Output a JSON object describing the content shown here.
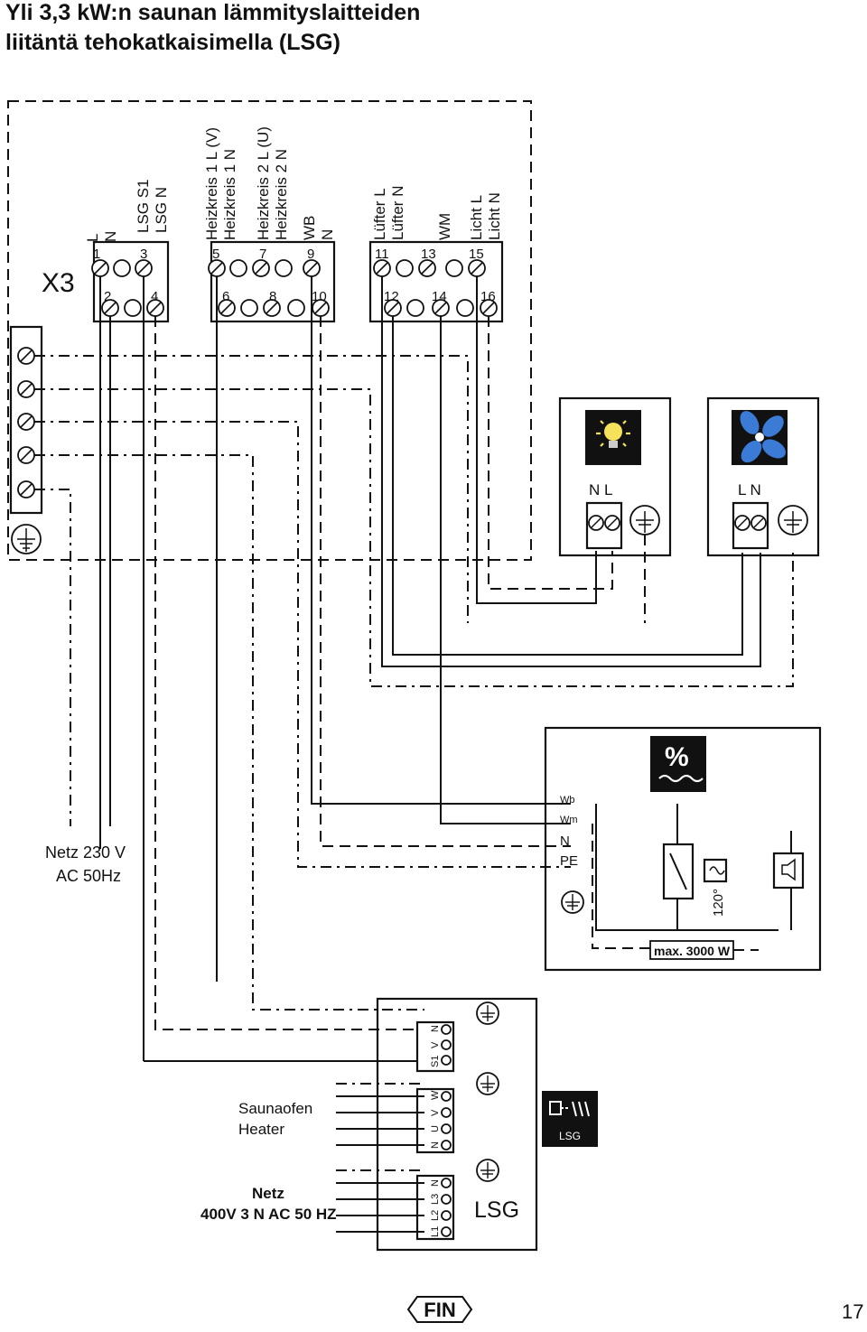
{
  "title": {
    "line1": "Yli 3,3 kW:n saunan lämmityslaitteiden",
    "line2": "liitäntä tehokatkaisimella (LSG)"
  },
  "x3": {
    "label": "X3",
    "groups": [
      {
        "names": [
          "L",
          "N"
        ],
        "top": [
          "1",
          "3"
        ],
        "bottom": [
          "2",
          "4"
        ]
      },
      {
        "names": [
          "LSG S1",
          "LSG N"
        ]
      },
      {
        "names": [
          "Heizkreis 1  L (V)",
          "Heizkreis 1  N",
          "Heizkreis 2  L (U)",
          "Heizkreis 2  N",
          "WB",
          "N"
        ],
        "top": [
          "5",
          "7",
          "9"
        ],
        "bottom": [
          "6",
          "8",
          "10"
        ]
      },
      {
        "names": [
          "Lüfter L",
          "Lüfter N",
          "WM",
          "Licht L",
          "Licht N"
        ],
        "top": [
          "11",
          "13",
          "15"
        ],
        "bottom": [
          "12",
          "14",
          "16"
        ]
      }
    ]
  },
  "light_box": {
    "icon": "lamp-icon",
    "terminals": "N L"
  },
  "fan_box": {
    "icon": "fan-icon",
    "terminals": "L N"
  },
  "mains_230": {
    "line1": "Netz 230 V",
    "line2": "AC 50Hz"
  },
  "humidity_box": {
    "icon": "humidity-icon",
    "labels": [
      "Wb",
      "Wm",
      "N",
      "PE"
    ],
    "temp_label": "120°",
    "max_label": "max. 3000 W"
  },
  "lsg": {
    "label": "LSG",
    "icon_label": "LSG",
    "control_terminals": [
      "N",
      "V",
      "S1"
    ],
    "heater_terminals": [
      "W",
      "V",
      "U",
      "N"
    ],
    "supply_terminals": [
      "N",
      "L3",
      "L2",
      "L1"
    ],
    "heater_label_1": "Saunaofen",
    "heater_label_2": "Heater",
    "mains_label_1": "Netz",
    "mains_label_2": "400V 3 N AC 50 HZ"
  },
  "footer": {
    "language": "FIN",
    "page": "17"
  },
  "colors": {
    "ink": "#111111",
    "lamp": "#f6e25a",
    "fan": "#3b7bd6",
    "icon_bg": "#111111"
  }
}
